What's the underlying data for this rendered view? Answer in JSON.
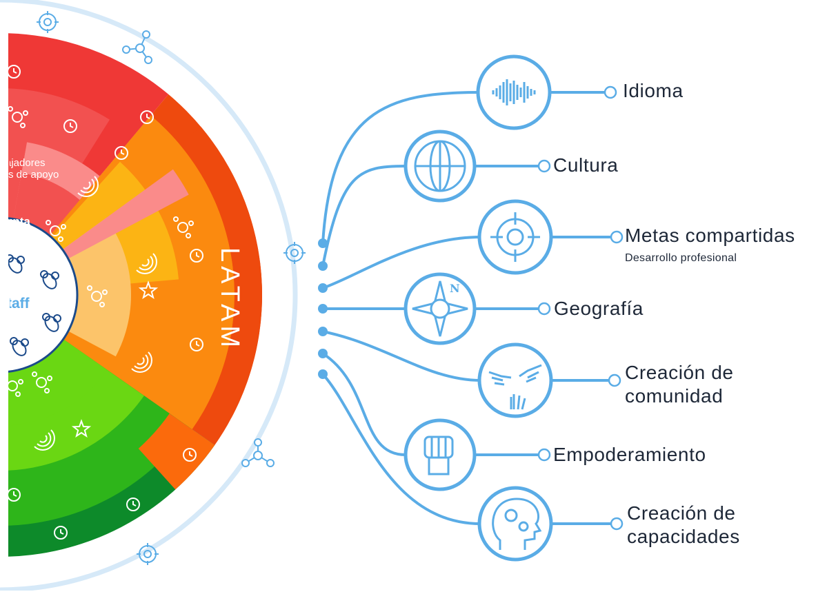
{
  "wheel": {
    "region_label": "LATAM",
    "center_label": "taff",
    "segment_labels": [
      "ajadores",
      "s de apoyo",
      "unta"
    ]
  },
  "factors": [
    {
      "label": "Idioma",
      "icon": "soundwave-icon"
    },
    {
      "label": "Cultura",
      "icon": "globe-icon"
    },
    {
      "label": "Metas compartidas",
      "sublabel": "Desarrollo profesional",
      "icon": "target-icon"
    },
    {
      "label": "Geografía",
      "icon": "compass-icon",
      "compass_letter": "N"
    },
    {
      "label": "Creación de",
      "label2": "comunidad",
      "icon": "hands-icon"
    },
    {
      "label": "Empoderamiento",
      "icon": "fist-icon"
    },
    {
      "label": "Creación de",
      "label2": "capacidades",
      "icon": "head-gears-icon"
    }
  ],
  "colors": {
    "line_blue": "#5aace6",
    "ring_blue": "#d6e9f8",
    "red_outer": "#ef3836",
    "red_mid": "#f25150",
    "pink": "#fa8b8a",
    "orange_dark": "#ee4a0e",
    "orange": "#fb8a0f",
    "yellow": "#fcb414",
    "peach": "#fcc46a",
    "green_light": "#6ad713",
    "green": "#2eb51a",
    "green_dark": "#0d8a2a",
    "text_dark": "#1d2737"
  }
}
